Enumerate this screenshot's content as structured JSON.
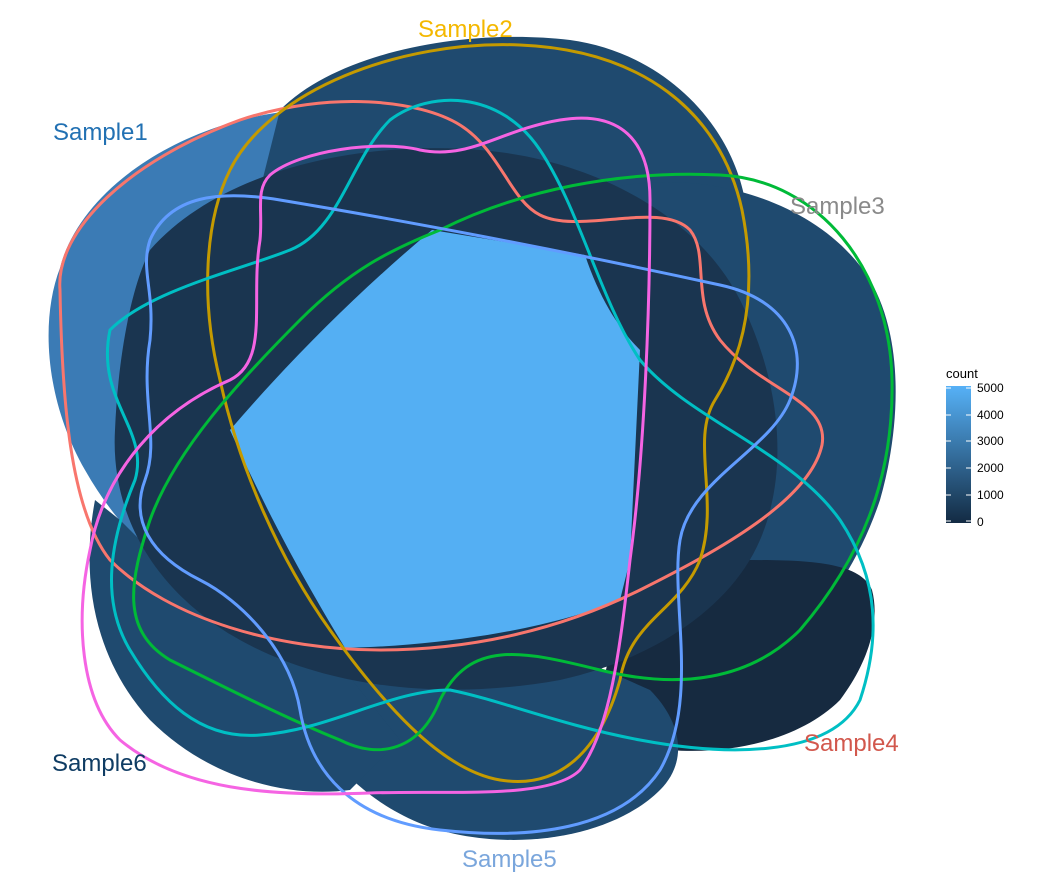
{
  "diagram": {
    "type": "six-set venn diagram",
    "fill_palette": {
      "outer_only": "#3b7bb5",
      "single_set": "#1f4a6f",
      "overlap_low": "#1a3550",
      "overlap_mid": "#162a40",
      "all_sets": "#54aff3"
    },
    "sets": [
      {
        "name": "Sample1",
        "label": "Sample1",
        "label_color": "#2271b3",
        "outline_color": "#f8766d"
      },
      {
        "name": "Sample2",
        "label": "Sample2",
        "label_color": "#f4b800",
        "outline_color": "#c49a00"
      },
      {
        "name": "Sample3",
        "label": "Sample3",
        "label_color": "#8a8a8a",
        "outline_color": "#00ba38"
      },
      {
        "name": "Sample4",
        "label": "Sample4",
        "label_color": "#d2584d",
        "outline_color": "#00bfc4"
      },
      {
        "name": "Sample5",
        "label": "Sample5",
        "label_color": "#7aa6dc",
        "outline_color": "#619cff"
      },
      {
        "name": "Sample6",
        "label": "Sample6",
        "label_color": "#0f3c63",
        "outline_color": "#f564e3"
      }
    ]
  },
  "legend": {
    "title": "count",
    "ticks": [
      "5000",
      "4000",
      "3000",
      "2000",
      "1000",
      "0"
    ],
    "gradient_top": "#56b1f7",
    "gradient_bottom": "#132b43"
  }
}
